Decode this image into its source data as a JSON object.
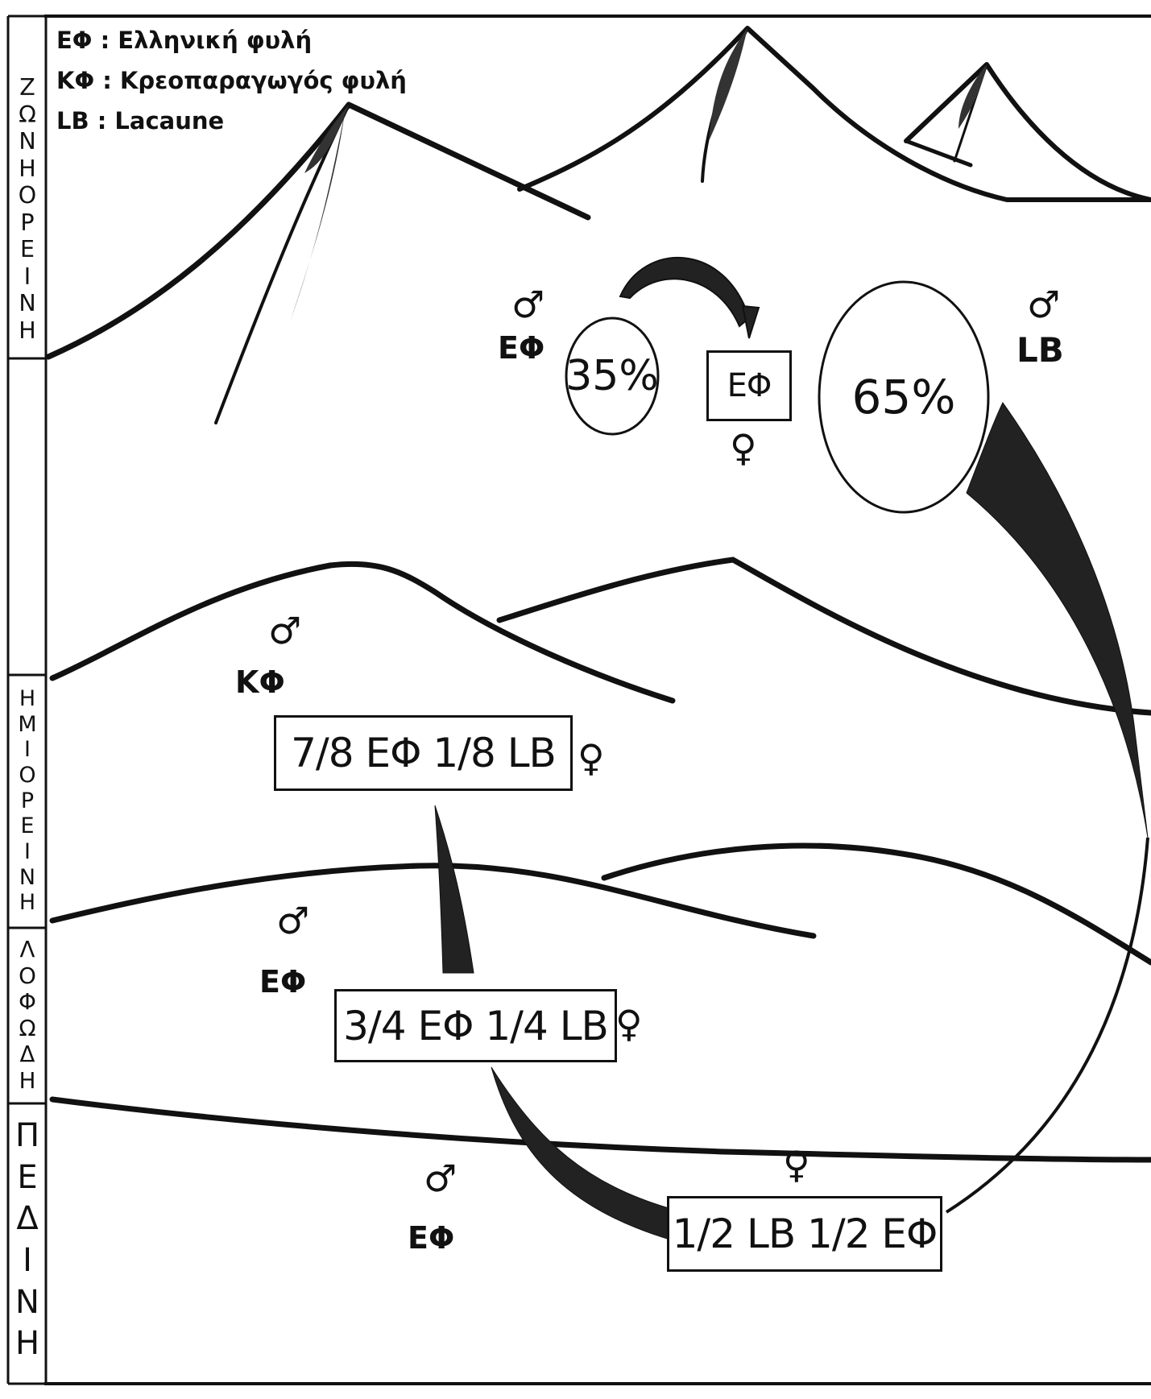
{
  "legend": [
    {
      "abbr": "ΕΦ",
      "text": "Ελληνική φυλή"
    },
    {
      "abbr": "ΚΦ",
      "text": "Κρεοπαραγωγός φυλή"
    },
    {
      "abbr": "LB",
      "text": "Lacaune"
    }
  ],
  "zones": [
    {
      "key": "mountain",
      "letters": [
        "Ζ",
        "Ω",
        "Ν",
        "Η",
        "Ο",
        "Ρ",
        "Ε",
        "Ι",
        "Ν",
        "Η"
      ]
    },
    {
      "key": "semi_mountain",
      "letters": [
        "Η",
        "Μ",
        "Ι",
        "Ο",
        "Ρ",
        "Ε",
        "Ι",
        "Ν",
        "Η"
      ]
    },
    {
      "key": "hilly",
      "letters": [
        "Λ",
        "Ο",
        "Φ",
        "Ω",
        "Δ",
        "Η"
      ]
    },
    {
      "key": "plain",
      "letters": [
        "Π",
        "Ε",
        "Δ",
        "Ι",
        "Ν",
        "Η"
      ]
    }
  ],
  "symbols": {
    "male": "♂",
    "female": "♀"
  },
  "labels": {
    "ef": "ΕΦ",
    "kf": "ΚΦ",
    "lb": "LB",
    "pct_35": "35%",
    "pct_65": "65%"
  },
  "boxes": {
    "ef_female": "ΕΦ",
    "cross_78": "7/8 ΕΦ  1/8 LB",
    "cross_34": "3/4 ΕΦ 1/4 LB",
    "cross_12": "1/2 LB 1/2 ΕΦ"
  }
}
